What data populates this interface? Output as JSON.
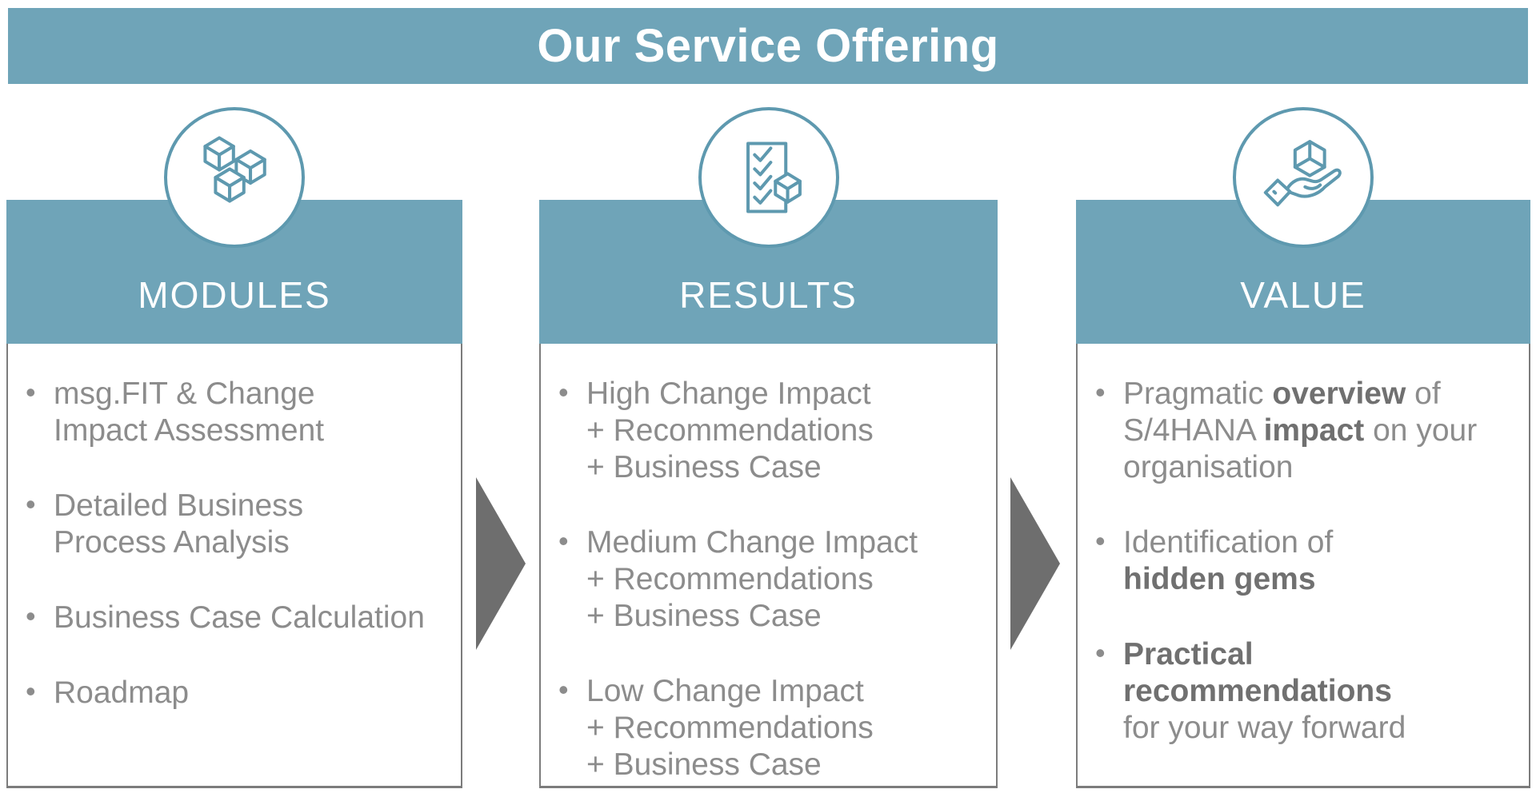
{
  "page_title": "Our Service Offering",
  "colors": {
    "teal": "#6FA4B8",
    "icon_stroke": "#5E99AF",
    "body_text": "#8C8C8C",
    "body_text_bold": "#707070",
    "border_gray": "#7C7C7C",
    "arrow_gray": "#6E6E6E",
    "header_text": "#FFFFFF"
  },
  "columns": [
    {
      "header": "MODULES",
      "icon": "cubes-icon",
      "items": [
        {
          "lines": [
            [
              {
                "t": "msg.FIT & Change"
              }
            ],
            [
              {
                "t": "Impact Assessment"
              }
            ]
          ]
        },
        {
          "lines": [
            [
              {
                "t": "Detailed Business"
              }
            ],
            [
              {
                "t": "Process Analysis"
              }
            ]
          ]
        },
        {
          "lines": [
            [
              {
                "t": "Business Case Calculation"
              }
            ]
          ]
        },
        {
          "lines": [
            [
              {
                "t": "Roadmap"
              }
            ]
          ]
        }
      ]
    },
    {
      "header": "RESULTS",
      "icon": "checklist-cube-icon",
      "items": [
        {
          "lines": [
            [
              {
                "t": "High Change Impact"
              }
            ],
            [
              {
                "t": "+ Recommendations"
              }
            ],
            [
              {
                "t": "+ Business Case"
              }
            ]
          ]
        },
        {
          "lines": [
            [
              {
                "t": "Medium Change Impact"
              }
            ],
            [
              {
                "t": "+ Recommendations"
              }
            ],
            [
              {
                "t": "+ Business Case"
              }
            ]
          ]
        },
        {
          "lines": [
            [
              {
                "t": "Low Change Impact"
              }
            ],
            [
              {
                "t": "+ Recommendations"
              }
            ],
            [
              {
                "t": "+ Business Case"
              }
            ]
          ]
        }
      ]
    },
    {
      "header": "VALUE",
      "icon": "hand-gem-icon",
      "items": [
        {
          "lines": [
            [
              {
                "t": "Pragmatic "
              },
              {
                "t": "overview",
                "b": true
              },
              {
                "t": " of"
              }
            ],
            [
              {
                "t": "S/4HANA "
              },
              {
                "t": "impact",
                "b": true
              },
              {
                "t": " on your"
              }
            ],
            [
              {
                "t": "organisation"
              }
            ]
          ]
        },
        {
          "lines": [
            [
              {
                "t": "Identification of"
              }
            ],
            [
              {
                "t": "hidden gems",
                "b": true
              }
            ]
          ]
        },
        {
          "lines": [
            [
              {
                "t": "Practical recommendations",
                "b": true
              }
            ],
            [
              {
                "t": "for your way forward"
              }
            ]
          ]
        }
      ]
    }
  ],
  "arrows": [
    "arrow-right-icon",
    "arrow-right-icon"
  ]
}
